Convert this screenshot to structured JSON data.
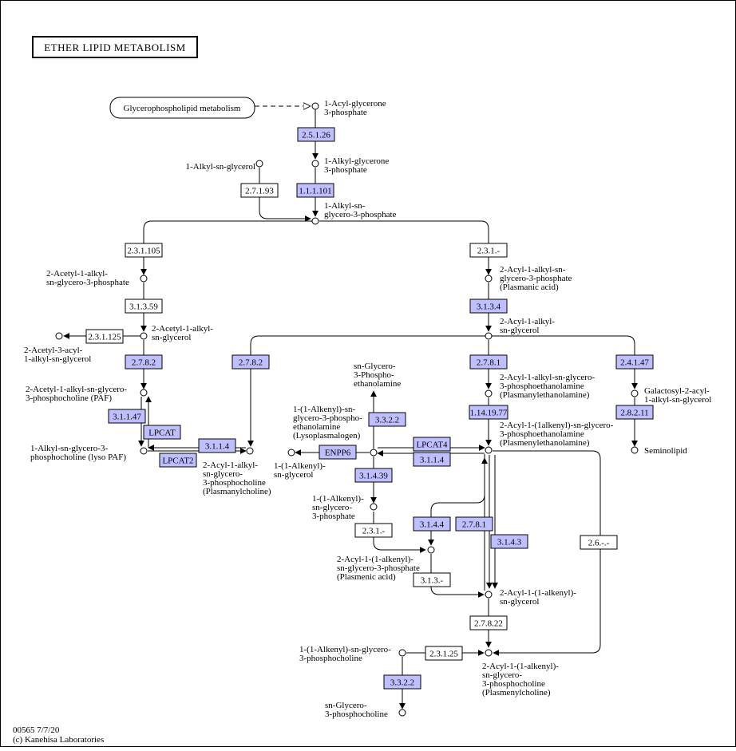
{
  "title": "ETHER LIPID METABOLISM",
  "map_link": "Glycerophospholipid metabolism",
  "footer": {
    "id_date": "00565 7/7/20",
    "copyright": "(c) Kanehisa Laboratories"
  },
  "colors": {
    "highlight": "#bfbfff",
    "plain": "#ffffff",
    "line": "#000000"
  },
  "enzymes": {
    "e2_5_1_26": "2.5.1.26",
    "e1_1_1_101": "1.1.1.101",
    "e2_7_1_93": "2.7.1.93",
    "e2_3_1_105": "2.3.1.105",
    "e2_3_1_a": "2.3.1.-",
    "e3_1_3_59": "3.1.3.59",
    "e3_1_3_4": "3.1.3.4",
    "e2_3_1_125": "2.3.1.125",
    "e2_7_8_2a": "2.7.8.2",
    "e2_7_8_2b": "2.7.8.2",
    "e2_7_8_1a": "2.7.8.1",
    "e2_4_1_47": "2.4.1.47",
    "e1_14_19_77": "1.14.19.77",
    "e2_8_2_11": "2.8.2.11",
    "e3_1_1_47": "3.1.1.47",
    "lpcat": "LPCAT",
    "lpcat2": "LPCAT2",
    "e3_1_1_4a": "3.1.1.4",
    "e3_3_2_2a": "3.3.2.2",
    "enpp6": "ENPP6",
    "lpcat4": "LPCAT4",
    "e3_1_1_4b": "3.1.1.4",
    "e3_1_4_39": "3.1.4.39",
    "e2_3_1_b": "2.3.1.-",
    "e3_1_4_4": "3.1.4.4",
    "e2_7_8_1b": "2.7.8.1",
    "e3_1_4_3": "3.1.4.3",
    "e2_6_x": "2.6.-.-",
    "e3_1_3_x": "3.1.3.-",
    "e2_7_8_22": "2.7.8.22",
    "e2_3_1_25": "2.3.1.25",
    "e3_3_2_2b": "3.3.2.2"
  },
  "compounds": {
    "acyl_glycerone_p": [
      "1-Acyl-glycerone",
      "3-phosphate"
    ],
    "alkyl_glycerone_p": [
      "1-Alkyl-glycerone",
      "3-phosphate"
    ],
    "alkyl_sn_glycerol": [
      "1-Alkyl-sn-glycerol"
    ],
    "alkyl_sn_g3p": [
      "1-Alkyl-sn-",
      "glycero-3-phosphate"
    ],
    "acetyl_alkyl_g3p": [
      "2-Acetyl-1-alkyl-",
      "sn-glycero-3-phosphate"
    ],
    "acyl_alkyl_g3p": [
      "2-Acyl-1-alkyl-sn-",
      "glycero-3-phosphate",
      "(Plasmanic acid)"
    ],
    "acetyl_alkyl_glycerol": [
      "2-Acetyl-1-alkyl-",
      "sn-glycerol"
    ],
    "acetyl_acyl_alkyl_glycerol": [
      "2-Acetyl-3-acyl-",
      "1-alkyl-sn-glycerol"
    ],
    "acyl_alkyl_glycerol": [
      "2-Acyl-1-alkyl-",
      "sn-glycerol"
    ],
    "paf": [
      "2-Acetyl-1-alkyl-sn-glycero-",
      "3-phosphocholine (PAF)"
    ],
    "sn_g3p_ethanolamine": [
      "sn-Glycero-",
      "3-Phospho-",
      "ethanolamine"
    ],
    "plasmanylethanolamine": [
      "2-Acyl-1-alkyl-sn-glycero-",
      "3-phosphoethanolamine",
      "(Plasmanylethanolamine)"
    ],
    "galactosyl": [
      "Galactosyl-2-acyl-",
      "1-alkyl-sn-glycerol"
    ],
    "lysoplasmalogen": [
      "1-(1-Alkenyl)-sn-",
      "glycero-3-phospho-",
      "ethanolamine",
      "(Lysoplasmalogen)"
    ],
    "plasmenylethanolamine": [
      "2-Acyl-1-(1alkenyl)-sn-glycero-",
      "3-phosphoethanolamine",
      "(Plasmenylethanolamine)"
    ],
    "lyso_paf": [
      "1-Alkyl-sn-glycero-3-",
      "phosphocholine (lyso PAF)"
    ],
    "plasmanylcholine": [
      "2-Acyl-1-alkyl-",
      "sn-glycero-",
      "3-phosphocholine",
      "(Plasmanylcholine)"
    ],
    "alkenyl_sn_glycerol": [
      "1-(1-Alkenyl)-",
      "sn-glycerol"
    ],
    "seminolipid": [
      "Seminolipid"
    ],
    "alkenyl_g3p": [
      "1-(1-Alkenyl)-",
      "sn-glycero-",
      "3-phosphate"
    ],
    "plasmenic_acid": [
      "2-Acyl-1-(1-alkenyl)-",
      "sn-glycero-3-phosphate",
      "(Plasmenic acid)"
    ],
    "acyl_alkenyl_glycerol": [
      "2-Acyl-1-(1-alkenyl)-",
      "sn-glycerol"
    ],
    "alkenyl_g3pc": [
      "1-(1-Alkenyl)-sn-glycero-",
      "3-phosphocholine"
    ],
    "plasmenylcholine": [
      "2-Acyl-1-(1-alkenyl)-",
      "sn-glycero-",
      "3-phosphocholine",
      "(Plasmenylcholine)"
    ],
    "sn_g3pc": [
      "sn-Glycero-",
      "3-phosphocholine"
    ]
  }
}
